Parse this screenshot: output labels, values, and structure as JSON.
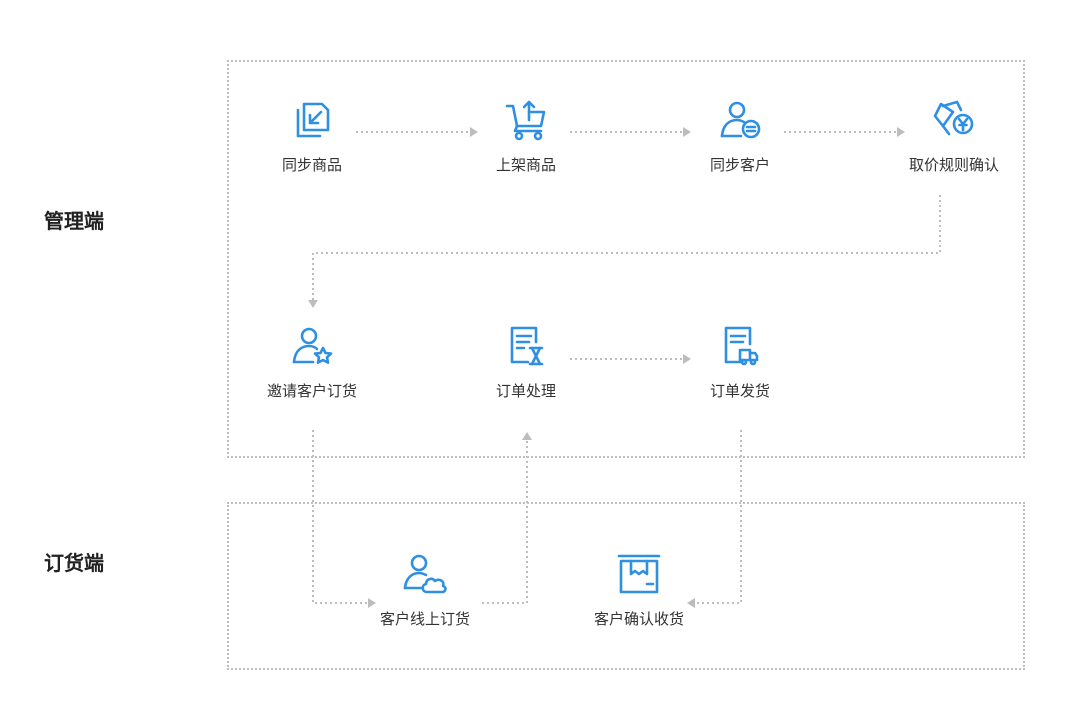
{
  "sections": {
    "admin": "管理端",
    "order": "订货端"
  },
  "nodes": {
    "sync_products": "同步商品",
    "list_products": "上架商品",
    "sync_customers": "同步客户",
    "price_rules": "取价规则确认",
    "invite_customers": "邀请客户订货",
    "order_processing": "订单处理",
    "order_shipping": "订单发货",
    "online_order": "客户线上订货",
    "confirm_receipt": "客户确认收货"
  },
  "colors": {
    "icon": "#2f8fe3",
    "connector": "#bdbdbd",
    "text": "#333333"
  }
}
